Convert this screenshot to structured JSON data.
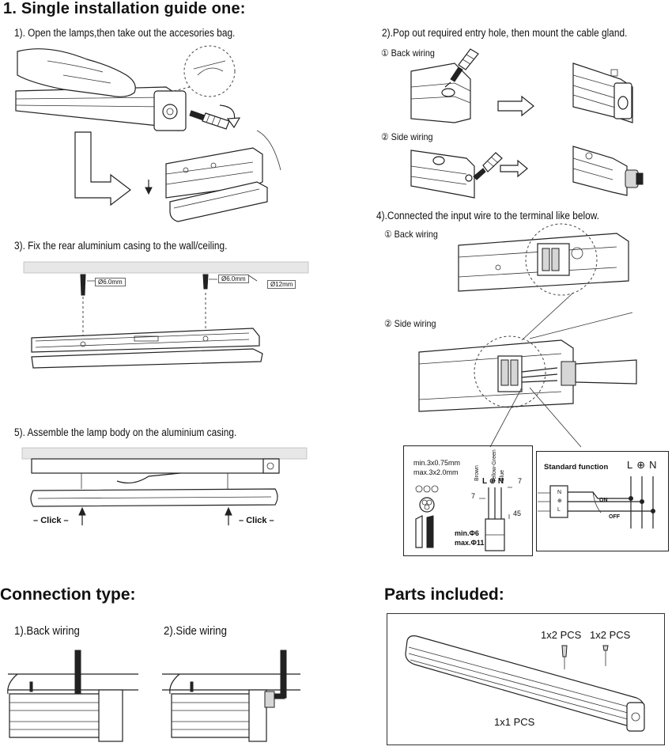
{
  "install": {
    "title": "1. Single installation guide one:",
    "step1": "1). Open the lamps,then take out the accesories bag.",
    "step2": "2).Pop out required entry hole, then mount the cable gland.",
    "step2_back": "① Back wiring",
    "step2_side": "② Side wiring",
    "step3": "3). Fix the rear aluminium casing to the wall/ceiling.",
    "step3_dims": [
      "Ø6.0mm",
      "Ø6.0mm",
      "Ø12mm"
    ],
    "step4": "4).Connected the input wire to the terminal like below.",
    "step4_back": "① Back wiring",
    "step4_side": "② Side wiring",
    "step5": "5). Assemble the lamp body on the aluminium casing.",
    "click_label": "Click"
  },
  "wire_spec": {
    "cable_min": "min.3x0.75mm",
    "cable_max": "max.3x2.0mm",
    "colors": [
      "Brown",
      "Yellow-Green",
      "Blue"
    ],
    "terminals": [
      "L",
      "⊕",
      "N"
    ],
    "dim_strip_left": "7",
    "dim_strip_right": "7",
    "dim_length": "45",
    "dia_min": "min.Φ6",
    "dia_max": "max.Φ11"
  },
  "standard_function": {
    "title": "Standard  function",
    "terminals": [
      "L",
      "⊕",
      "N"
    ],
    "switch_on": "ON",
    "switch_off": "OFF"
  },
  "connection": {
    "title": "Connection type:",
    "back": "1).Back wiring",
    "side": "2).Side wiring"
  },
  "parts": {
    "title": "Parts included:",
    "screws_a": "1x2 PCS",
    "screws_b": "1x2 PCS",
    "lamp": "1x1 PCS"
  }
}
